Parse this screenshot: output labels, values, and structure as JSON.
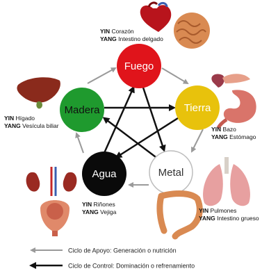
{
  "elements": {
    "fuego": {
      "name": "Fuego",
      "color": "#e0141b",
      "text_color": "#ffffff"
    },
    "tierra": {
      "name": "Tierra",
      "color": "#e8c20c",
      "text_color": "#ffffff"
    },
    "metal": {
      "name": "Metal",
      "color": "#ffffff",
      "text_color": "#333333"
    },
    "agua": {
      "name": "Agua",
      "color": "#0a0a0a",
      "text_color": "#ffffff"
    },
    "madera": {
      "name": "Madera",
      "color": "#1f9a2e",
      "text_color": "#111111"
    }
  },
  "organs": {
    "fuego": {
      "yin": "YIN Corazón",
      "yang": "YANG Intestino delgado"
    },
    "tierra": {
      "yin": "YIN Bazo",
      "yang": "YANG Estómago"
    },
    "metal": {
      "yin": "YIN Pulmones",
      "yang": "YANG Intestino grueso"
    },
    "agua": {
      "yin": "YIN Riñones",
      "yang": "YANG Vejiga"
    },
    "madera": {
      "yin": "YIN Hígado",
      "yang": "YANG Vesícula biliar"
    }
  },
  "legend": {
    "support": "Ciclo de Apoyo: Generación o nutrición",
    "control": "Ciclo de Control: Dominación o refrenamiento"
  },
  "colors": {
    "support_arrow": "#9a9a9a",
    "control_arrow": "#111111"
  }
}
